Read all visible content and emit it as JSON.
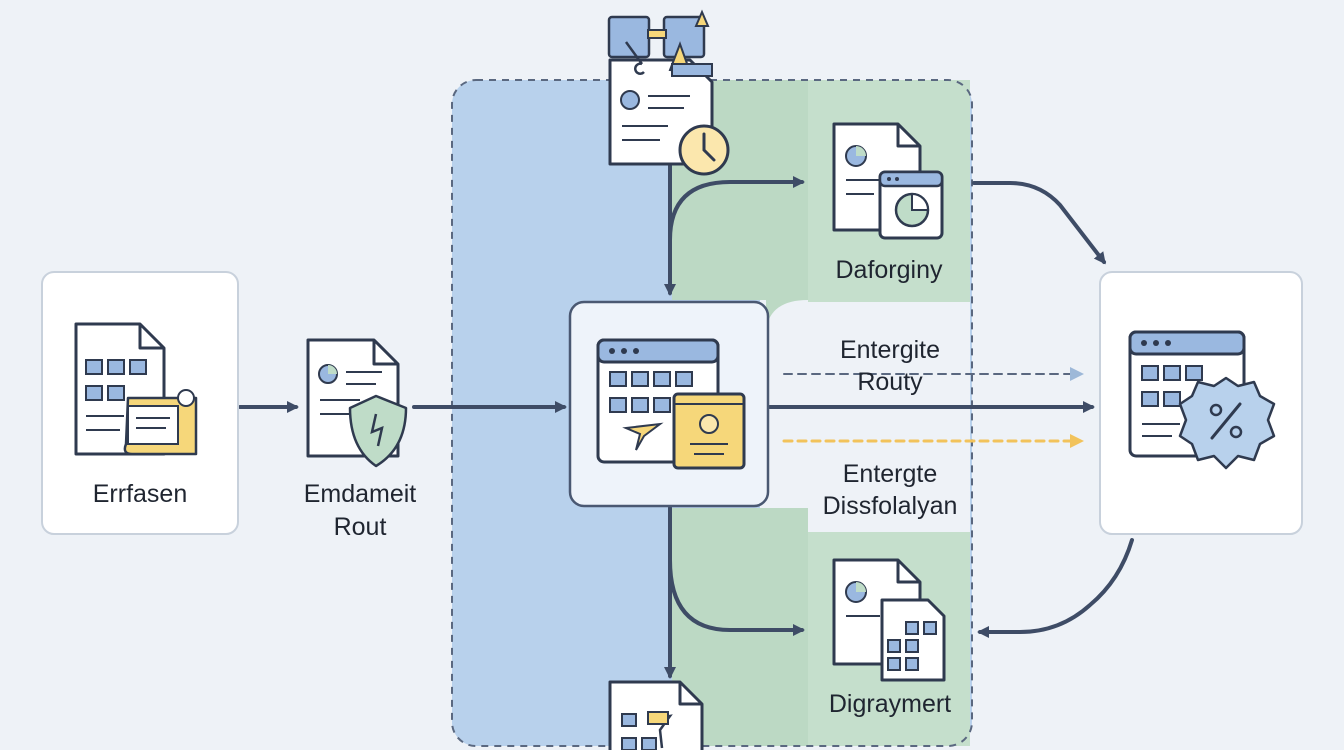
{
  "nodes": {
    "source": {
      "label": "Errfasen",
      "icon": "document-grid-scroll-icon"
    },
    "gateway": {
      "label_line1": "Emdameit",
      "label_line2": "Rout",
      "icon": "document-shield-icon"
    },
    "hub": {
      "icon": "calendar-app-window-icon"
    },
    "top_input": {
      "icon": "document-clock-tools-icon"
    },
    "upper_target": {
      "label": "Daforginy",
      "icon": "document-chart-window-icon"
    },
    "lower_target": {
      "label": "Digraymert",
      "icon": "document-grid-copy-icon"
    },
    "bottom_output": {
      "icon": "document-tools-icon"
    },
    "destination": {
      "icon": "app-window-badge-icon"
    }
  },
  "edges": {
    "dashed_route": {
      "label_line1": "Entergite",
      "label_line2": "Routy"
    },
    "yellow_route": {
      "label_line1": "Entergte",
      "label_line2": "Dissfolalyan"
    }
  },
  "colors": {
    "background": "#eef2f7",
    "blue_zone": "#b8d1ec",
    "green_zone": "#bcd9c4",
    "arrow": "#3e4c66",
    "dashed_arrow_head": "#9db8d8",
    "yellow_arrow": "#f2c35b",
    "icon_blue": "#9ab8e0",
    "icon_stroke": "#2f3a4f",
    "accent_yellow": "#f6d77a",
    "accent_green": "#bfdcc8"
  }
}
